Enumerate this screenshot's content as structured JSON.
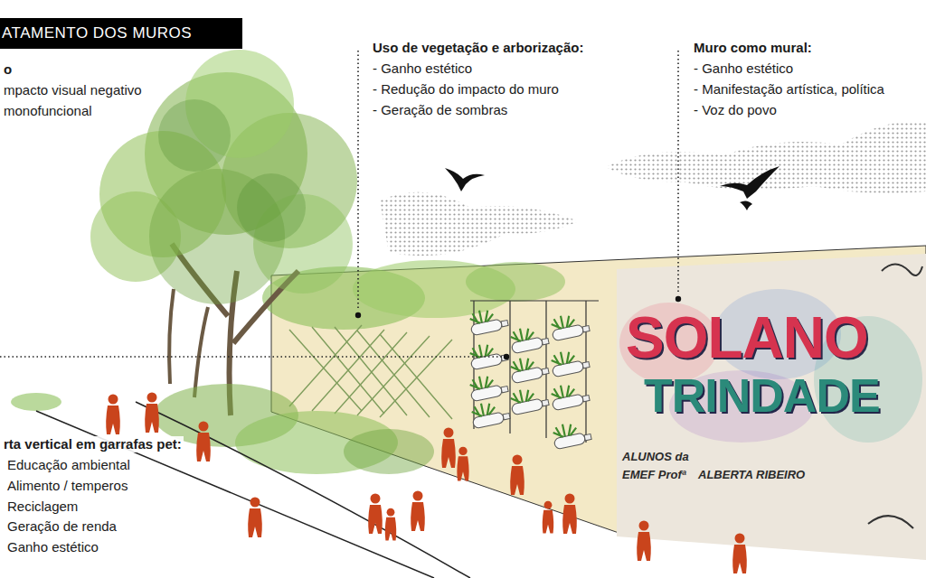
{
  "diagram": {
    "title": "ATAMENTO DOS MUROS",
    "labels": [
      "o",
      "mpacto visual negativo",
      "monofuncional",
      "Uso de vegetação e arborização:",
      "- Ganho estético",
      "- Redução do impacto do muro",
      "- Geração de sombras",
      "Muro como mural:",
      "- Ganho estético",
      "- Manifestação artística, política",
      "- Voz do povo",
      "rta vertical em garrafas pet:",
      "Educação ambiental",
      "Alimento / temperos",
      "Reciclagem",
      "Geração de renda",
      "Ganho estético",
      "SOLANO",
      "TRINDADE",
      "ALUNOS da",
      "EMEF Profª",
      "ALBERTA RIBEIRO"
    ]
  }
}
